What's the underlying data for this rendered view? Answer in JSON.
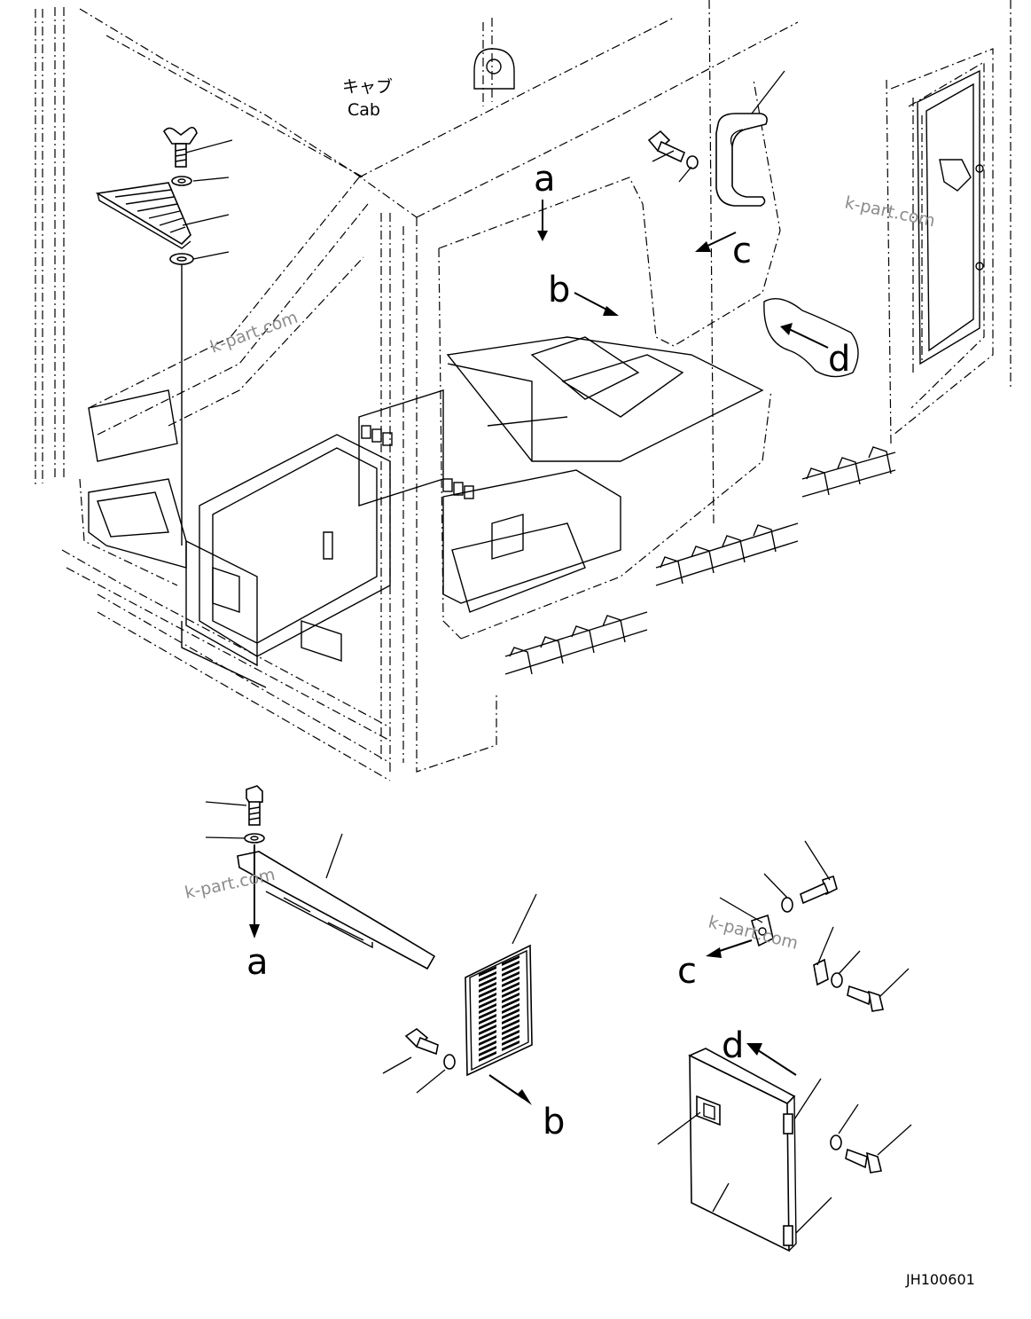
{
  "diagram": {
    "cab_label_jp": "キャブ",
    "cab_label_en": "Cab",
    "callouts": {
      "a_top": "a",
      "b_top": "b",
      "c_top": "c",
      "d_top": "d",
      "a_bottom": "a",
      "b_bottom": "b",
      "c_bottom": "c",
      "d_bottom": "d"
    },
    "watermark": "k-part.com",
    "drawing_number": "JH100601"
  }
}
